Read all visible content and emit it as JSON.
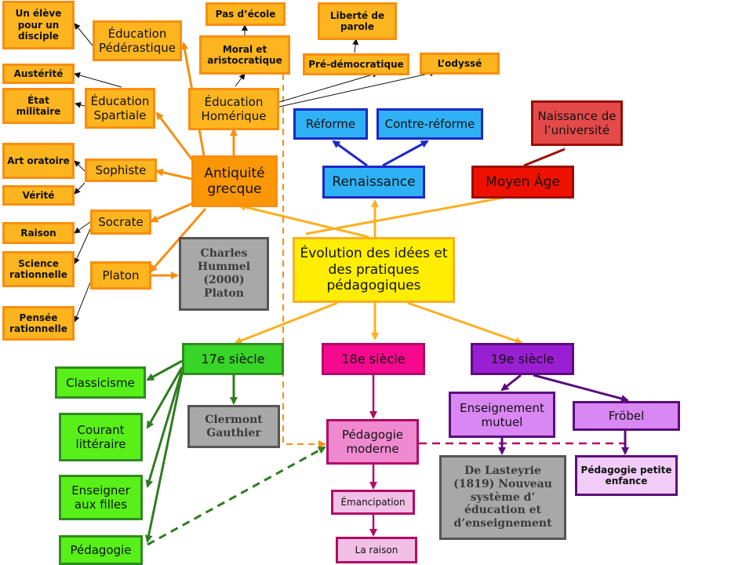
{
  "diagram": {
    "center": "Évolution des idées et des pratiques pédagogiques",
    "antiquite": "Antiquité grecque",
    "education_pederastique": "Éducation Pédérastique",
    "eleve_disciple": "Un élève pour un disciple",
    "austerite": "Austérité",
    "etat_militaire": "État militaire",
    "education_spartiale": "Éducation Spartiale",
    "art_oratoire": "Art oratoire",
    "verite": "Vérité",
    "sophiste": "Sophiste",
    "socrate": "Socrate",
    "raison": "Raison",
    "science_rationnelle": "Science rationnelle",
    "platon": "Platon",
    "pensee_rationnelle": "Pensée rationnelle",
    "hummel_ref": "Charles Hummel (2000) Platon",
    "pas_ecole": "Pas d’école",
    "moral_aristo": "Moral et aristocratique",
    "education_homerique": "Éducation Homérique",
    "liberte_parole": "Liberté de parole",
    "pre_democratique": "Pré-démocratique",
    "odyssee": "L’odyssé",
    "reforme": "Réforme",
    "contre_reforme": "Contre-réforme",
    "renaissance": "Renaissance",
    "naissance_universite": "Naissance de l’université",
    "moyen_age": "Moyen Âge",
    "siecle17": "17e siècle",
    "siecle18": "18e siècle",
    "siecle19": "19e siècle",
    "classicisme": "Classicisme",
    "courant_litteraire": "Courant littéraire",
    "enseigner_filles": "Enseigner aux filles",
    "pedagogie": "Pédagogie",
    "gauthier_ref": "Clermont Gauthier",
    "pedagogie_moderne": "Pédagogie moderne",
    "emancipation": "Émancipation",
    "la_raison": "La raison",
    "enseignement_mutuel": "Enseignement mutuel",
    "frobel": "Fröbel",
    "lasteyrie_ref": "De Lasteyrie (1819) Nouveau système d’ éducation et d’enseignement",
    "pedagogie_petite_enfance": "Pédagogie petite enfance"
  },
  "colors": {
    "orange": "#fcb51f",
    "orange_border": "#f98e0f",
    "blue": "#2fb2f5",
    "blue_border": "#1d27c9",
    "red": "#ee1101",
    "yellow": "#ffee00",
    "gray": "#a8a8a8",
    "green": "#38d428",
    "pink": "#f5098f",
    "purple": "#9b1fd2"
  }
}
